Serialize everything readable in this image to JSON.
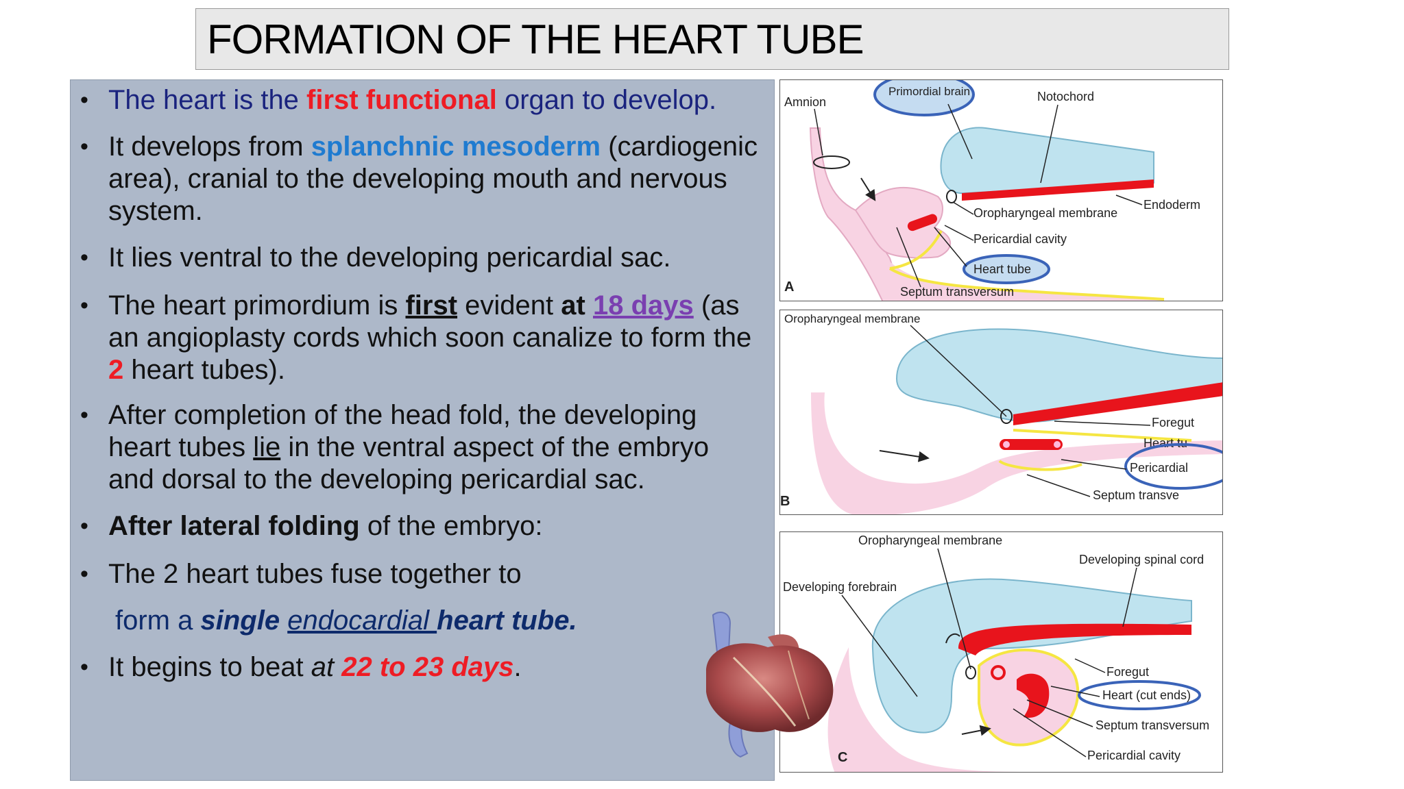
{
  "title": "FORMATION OF THE HEART TUBE",
  "bullets": [
    {
      "parts": [
        {
          "t": "The heart is the ",
          "c": "navy"
        },
        {
          "t": "first functional",
          "c": "red"
        },
        {
          "t": " organ to develop.",
          "c": "navy"
        }
      ]
    },
    {
      "parts": [
        {
          "t": "It develops from ",
          "c": ""
        },
        {
          "t": "splanchnic mesoderm",
          "c": "blue"
        },
        {
          "t": "  (cardiogenic area), cranial to the developing mouth and  nervous system.",
          "c": ""
        }
      ]
    },
    {
      "parts": [
        {
          "t": "It lies ventral to the developing pericardial sac.",
          "c": ""
        }
      ]
    },
    {
      "parts": [
        {
          "t": "The heart primordium is ",
          "c": ""
        },
        {
          "t": "first",
          "c": "bold under"
        },
        {
          "t": " evident ",
          "c": ""
        },
        {
          "t": "at",
          "c": "bold"
        },
        {
          "t": " ",
          "c": ""
        },
        {
          "t": "18 days",
          "c": "purple"
        },
        {
          "t": " (as an angioplasty cords which soon canalize to form the ",
          "c": ""
        },
        {
          "t": "2",
          "c": "red"
        },
        {
          "t": " heart tubes).",
          "c": ""
        }
      ]
    },
    {
      "parts": [
        {
          "t": "After completion of the head fold, the developing heart tubes ",
          "c": ""
        },
        {
          "t": "lie",
          "c": "under"
        },
        {
          "t": " in the ventral aspect of the embryo and dorsal to the developing pericardial sac.",
          "c": ""
        }
      ]
    },
    {
      "parts": [
        {
          "t": "After lateral folding",
          "c": "bold"
        },
        {
          "t": " of the embryo:",
          "c": ""
        }
      ]
    },
    {
      "parts": [
        {
          "t": "The 2 heart  tubes fuse together to",
          "c": ""
        }
      ]
    },
    {
      "parts": [
        {
          "t": " form a ",
          "c": "darknavy"
        },
        {
          "t": "single",
          "c": "darknavy bold italic"
        },
        {
          "t": " ",
          "c": "darknavy"
        },
        {
          "t": "endocardial ",
          "c": "darknavy italic under"
        },
        {
          "t": "heart tube.",
          "c": "darknavy bold italic"
        }
      ],
      "nodot": true
    },
    {
      "parts": [
        {
          "t": "It begins to beat ",
          "c": ""
        },
        {
          "t": "at",
          "c": "italic"
        },
        {
          "t": "  ",
          "c": ""
        },
        {
          "t": "22  to 23 days",
          "c": "red italic"
        },
        {
          "t": ".",
          "c": ""
        }
      ]
    }
  ],
  "bullet_symbol": "•",
  "diagram_a": {
    "letter": "A",
    "labels": {
      "amnion": "Amnion",
      "primordial_brain": "Primordial brain",
      "notochord": "Notochord",
      "endoderm": "Endoderm",
      "oropharyngeal_membrane": "Oropharyngeal membrane",
      "pericardial_cavity": "Pericardial cavity",
      "heart_tube": "Heart tube",
      "septum_transversum": "Septum transversum"
    }
  },
  "diagram_b": {
    "letter": "B",
    "labels": {
      "oropharyngeal_membrane": "Oropharyngeal membrane",
      "foregut": "Foregut",
      "heart_tube": "Heart tu",
      "pericardial": "Pericardial",
      "septum": "Septum transve"
    }
  },
  "diagram_c": {
    "letter": "C",
    "labels": {
      "oropharyngeal_membrane": "Oropharyngeal membrane",
      "developing_spinal_cord": "Developing spinal cord",
      "developing_forebrain": "Developing forebrain",
      "foregut": "Foregut",
      "heart_cut_ends": "Heart (cut ends)",
      "septum_transversum": "Septum transversum",
      "pericardial_cavity": "Pericardial cavity"
    }
  },
  "colors": {
    "brain_blue": "#bfe3ef",
    "tissue_pink": "#f8d3e3",
    "heart_red": "#e8141c",
    "yellow": "#f5e642",
    "highlight_oval": "#3a63b8"
  }
}
